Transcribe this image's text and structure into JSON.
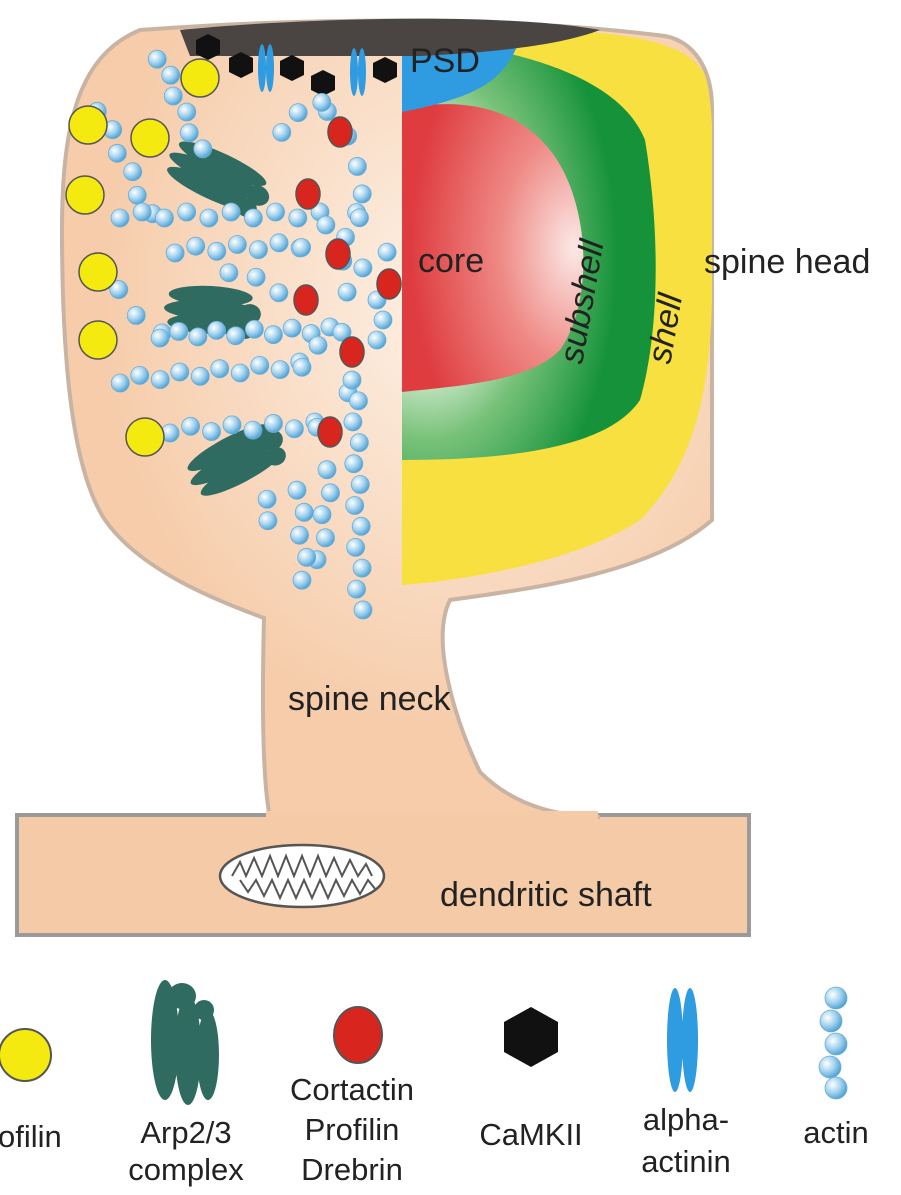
{
  "labels": {
    "psd": "PSD",
    "core": "core",
    "subshell": "subshell",
    "shell": "shell",
    "spine_head": "spine head",
    "spine_neck": "spine neck",
    "dendritic_shaft": "dendritic shaft"
  },
  "legend": [
    {
      "icon": "cofilin-icon",
      "lines": [
        "ofilin"
      ]
    },
    {
      "icon": "arp23-complex-icon",
      "lines": [
        "Arp2/3",
        "complex"
      ]
    },
    {
      "icon": "cortactin-profilin-drebrin-icon",
      "lines": [
        "Cortactin",
        "Profilin",
        "Drebrin"
      ]
    },
    {
      "icon": "camkii-icon",
      "lines": [
        "CaMKII"
      ]
    },
    {
      "icon": "alpha-actinin-icon",
      "lines": [
        "alpha-",
        "actinin"
      ]
    },
    {
      "icon": "actin-icon",
      "lines": [
        "actin"
      ]
    }
  ],
  "colors": {
    "cytoplasm": "#f5cba7",
    "outline": "#9a9a9a",
    "psd": "#4a4543",
    "psd_blue": "#2f9be0",
    "core": "#e2474a",
    "subshell": "#1f9a3f",
    "shell": "#f7e040",
    "cofilin": "#f5ea10",
    "arp23": "#2f6b60",
    "red_protein": "#d8251e",
    "camkii": "#111111",
    "actin": "#a6d4f0"
  }
}
